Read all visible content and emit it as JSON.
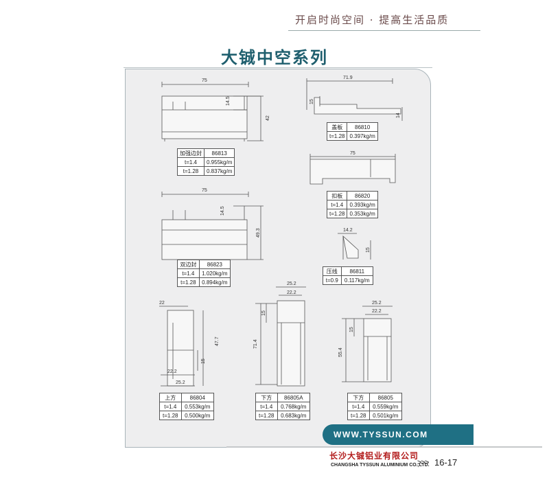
{
  "header": {
    "slogan": "开启时尚空间 · 提高生活品质",
    "title": "大铖中空系列"
  },
  "profiles": {
    "p86813": {
      "dims": {
        "w": "75",
        "h1": "14.5",
        "h2": "42"
      },
      "rows": [
        [
          "加强边封",
          "86813"
        ],
        [
          "t=1.4",
          "0.955kg/m"
        ],
        [
          "t=1.28",
          "0.837kg/m"
        ]
      ]
    },
    "p86810": {
      "dims": {
        "w": "71.9",
        "h1": "15",
        "h2": "14"
      },
      "rows": [
        [
          "盖板",
          "86810"
        ],
        [
          "t=1.28",
          "0.397kg/m"
        ]
      ]
    },
    "p86820": {
      "dims": {
        "w": "75"
      },
      "rows": [
        [
          "扣板",
          "86820"
        ],
        [
          "t=1.4",
          "0.393kg/m"
        ],
        [
          "t=1.28",
          "0.353kg/m"
        ]
      ]
    },
    "p86823": {
      "dims": {
        "w": "75",
        "h1": "14.5",
        "h2": "49.3"
      },
      "rows": [
        [
          "双边封",
          "86823"
        ],
        [
          "t=1.4",
          "1.020kg/m"
        ],
        [
          "t=1.28",
          "0.894kg/m"
        ]
      ]
    },
    "p86811": {
      "dims": {
        "w": "14.2",
        "h1": "15"
      },
      "rows": [
        [
          "压线",
          "86811"
        ],
        [
          "t=0.9",
          "0.117kg/m"
        ]
      ]
    },
    "p86804": {
      "dims": {
        "w1": "22",
        "w2": "22.2",
        "w3": "25.2",
        "h1": "47.7",
        "h2": "15"
      },
      "rows": [
        [
          "上方",
          "86804"
        ],
        [
          "t=1.4",
          "0.553kg/m"
        ],
        [
          "t=1.28",
          "0.500kg/m"
        ]
      ]
    },
    "p86805A": {
      "dims": {
        "w1": "25.2",
        "w2": "22.2",
        "h1": "15",
        "h2": "71.4"
      },
      "rows": [
        [
          "下方",
          "86805A"
        ],
        [
          "t=1.4",
          "0.768kg/m"
        ],
        [
          "t=1.28",
          "0.683kg/m"
        ]
      ]
    },
    "p86805": {
      "dims": {
        "w1": "25.2",
        "w2": "22.2",
        "h1": "15",
        "h2": "55.4"
      },
      "rows": [
        [
          "下方",
          "86805"
        ],
        [
          "t=1.4",
          "0.559kg/m"
        ],
        [
          "t=1.28",
          "0.501kg/m"
        ]
      ]
    }
  },
  "footer": {
    "url": "WWW.TYSSUN.COM",
    "company_cn": "长沙大铖铝业有限公司",
    "company_en": "CHANGSHA TYSSUN ALUMINIUM CO.,LTD.",
    "arrows": ">>>",
    "page": "16-17"
  },
  "colors": {
    "accent": "#1f7084",
    "title": "#1f5f6e",
    "company": "#b21b1b"
  }
}
